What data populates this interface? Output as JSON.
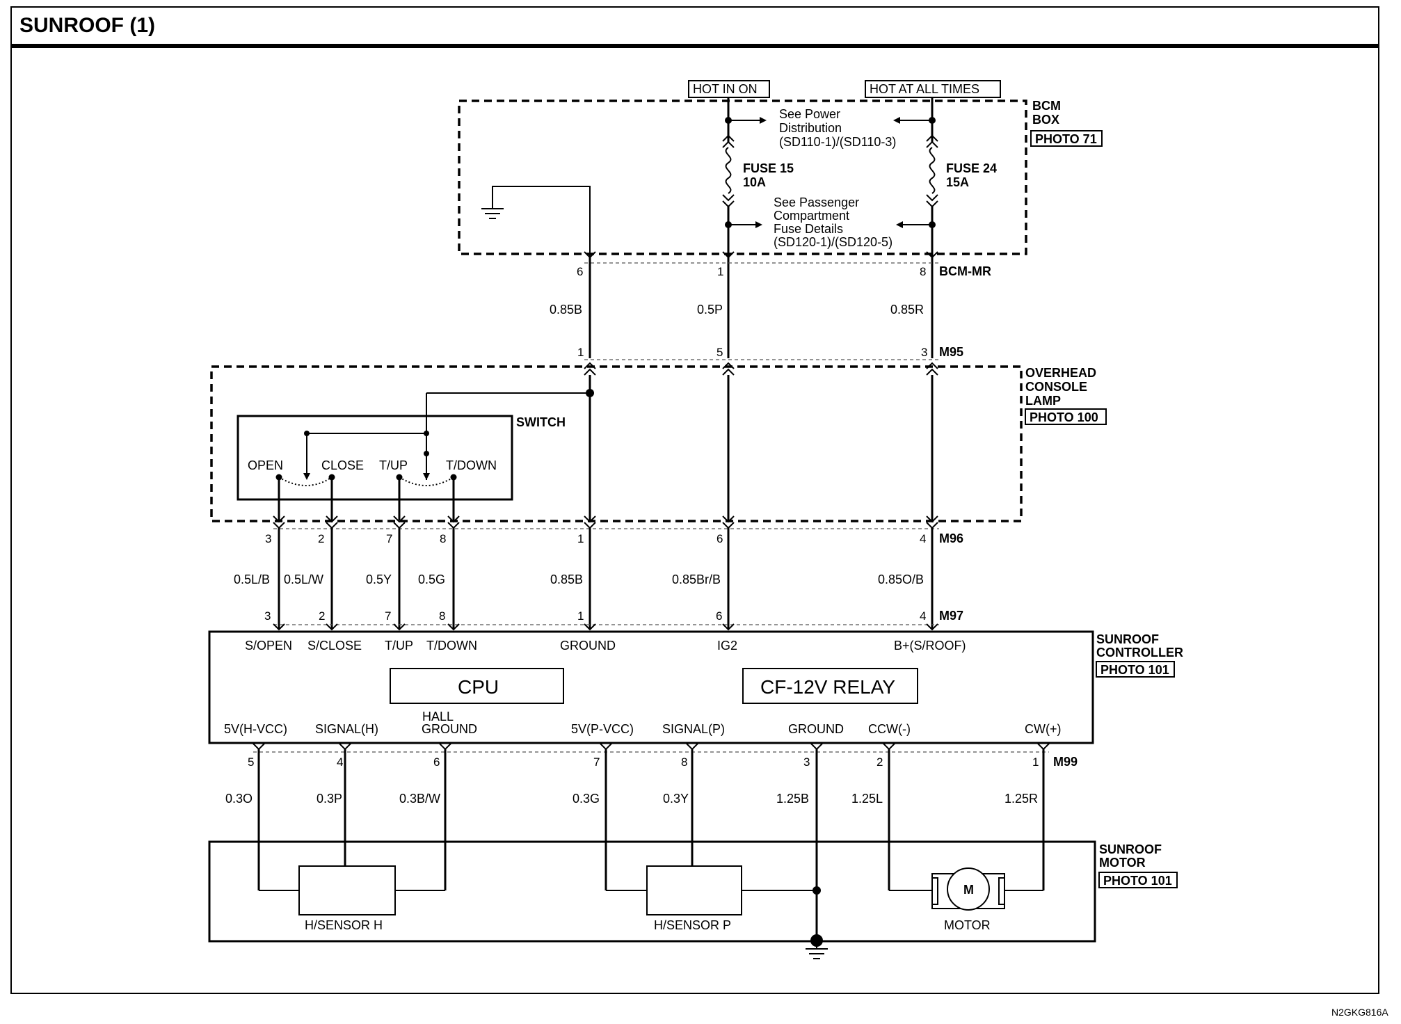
{
  "title": "SUNROOF (1)",
  "figure_code": "N2GKG816A",
  "power": {
    "hot_in_on": "HOT IN ON",
    "hot_at_all_times": "HOT AT ALL TIMES",
    "see_power": [
      "See Power",
      "Distribution",
      "(SD110-1)/(SD110-3)"
    ],
    "see_passenger": [
      "See Passenger",
      "Compartment",
      "Fuse Details",
      "(SD120-1)/(SD120-5)"
    ],
    "fuse15": [
      "FUSE 15",
      "10A"
    ],
    "fuse24": [
      "FUSE 24",
      "15A"
    ]
  },
  "bcm": {
    "name": [
      "BCM",
      "BOX"
    ],
    "photo": "PHOTO 71"
  },
  "overhead": {
    "name": [
      "OVERHEAD",
      "CONSOLE",
      "LAMP"
    ],
    "photo": "PHOTO 100"
  },
  "controller": {
    "name": [
      "SUNROOF",
      "CONTROLLER"
    ],
    "photo": "PHOTO 101",
    "cpu": "CPU",
    "relay": "CF-12V RELAY",
    "top_terminals": [
      "S/OPEN",
      "S/CLOSE",
      "T/UP",
      "T/DOWN",
      "GROUND",
      "IG2",
      "B+(S/ROOF)"
    ],
    "bottom_terminals": [
      "5V(H-VCC)",
      "SIGNAL(H)",
      "HALL",
      "GROUND",
      "5V(P-VCC)",
      "SIGNAL(P)",
      "GROUND",
      "CCW(-)",
      "CW(+)"
    ]
  },
  "motor": {
    "name": [
      "SUNROOF",
      "MOTOR"
    ],
    "photo": "PHOTO 101",
    "sensor_h": "H/SENSOR H",
    "sensor_p": "H/SENSOR P",
    "motor": "MOTOR",
    "m": "M"
  },
  "switch": {
    "name": "SWITCH",
    "labels": [
      "OPEN",
      "CLOSE",
      "T/UP",
      "T/DOWN"
    ]
  },
  "connectors": {
    "bcm_mr": "BCM-MR",
    "m95": "M95",
    "m96": "M96",
    "m97": "M97",
    "m99": "M99"
  },
  "pins": {
    "bcm": [
      "6",
      "1",
      "8"
    ],
    "m95": [
      "1",
      "5",
      "3"
    ],
    "m96": [
      "3",
      "2",
      "7",
      "8",
      "1",
      "6",
      "4"
    ],
    "m97": [
      "3",
      "2",
      "7",
      "8",
      "1",
      "6",
      "4"
    ],
    "m99": [
      "5",
      "4",
      "6",
      "7",
      "8",
      "3",
      "2",
      "1"
    ]
  },
  "wires": {
    "bcm_m95": [
      "0.85B",
      "0.5P",
      "0.85R"
    ],
    "m96_m97": [
      "0.5L/B",
      "0.5L/W",
      "0.5Y",
      "0.5G",
      "0.85B",
      "0.85Br/B",
      "0.85O/B"
    ],
    "m99_motor": [
      "0.3O",
      "0.3P",
      "0.3B/W",
      "0.3G",
      "0.3Y",
      "1.25B",
      "1.25L",
      "1.25R"
    ]
  }
}
